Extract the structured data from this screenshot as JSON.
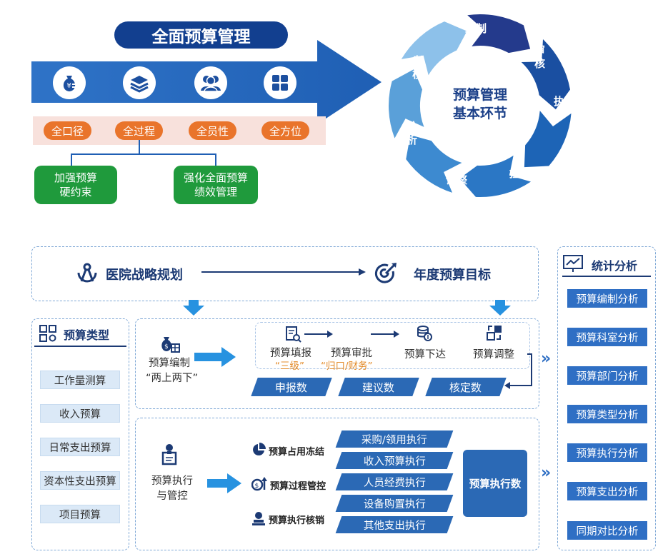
{
  "top": {
    "title": "全面预算管理",
    "icons": [
      "money-bag-icon",
      "layers-icon",
      "users-icon",
      "grid-icon"
    ],
    "pills": [
      "全口径",
      "全过程",
      "全员性",
      "全方位"
    ],
    "green_boxes": [
      {
        "line1": "加强预算",
        "line2": "硬约束"
      },
      {
        "line1": "强化全面预算",
        "line2": "绩效管理"
      }
    ]
  },
  "cycle": {
    "center_line1": "预算管理",
    "center_line2": "基本环节",
    "segments": [
      "编制",
      "审核",
      "执行",
      "控制",
      "调整",
      "分析",
      "考核"
    ],
    "colors": [
      "#243a8c",
      "#1a4fa1",
      "#1d64b6",
      "#2b77c5",
      "#3d8ad0",
      "#5aa0d9",
      "#8dc1ea"
    ]
  },
  "strategy": {
    "left": "医院战略规划",
    "right": "年度预算目标"
  },
  "budget_types": {
    "header": "预算类型",
    "items": [
      "工作量测算",
      "收入预算",
      "日常支出预算",
      "资本性支出预算",
      "项目预算"
    ]
  },
  "compile": {
    "title": "预算编制",
    "subtitle": "“两上两下”",
    "steps": [
      {
        "label": "预算填报",
        "note": "“三级”"
      },
      {
        "label": "预算审批",
        "note": "“归口/财务”"
      },
      {
        "label": "预算下达",
        "note": ""
      },
      {
        "label": "预算调整",
        "note": ""
      }
    ],
    "numbers": [
      "申报数",
      "建议数",
      "核定数"
    ]
  },
  "execute": {
    "title_line1": "预算执行",
    "title_line2": "与管控",
    "controls": [
      "预算占用冻结",
      "预算过程管控",
      "预算执行核销"
    ],
    "items": [
      "采购/领用执行",
      "收入预算执行",
      "人员经费执行",
      "设备购置执行",
      "其他支出执行"
    ],
    "result": "预算执行数"
  },
  "stats": {
    "header": "统计分析",
    "items": [
      "预算编制分析",
      "预算科室分析",
      "预算部门分析",
      "预算类型分析",
      "预算执行分析",
      "预算支出分析",
      "同期对比分析"
    ]
  }
}
